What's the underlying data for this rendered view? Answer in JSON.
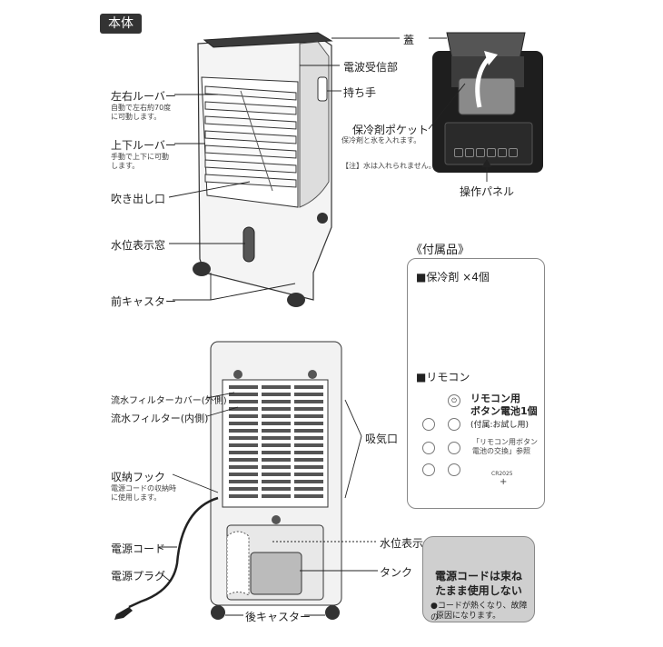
{
  "section_main": "本体",
  "front": {
    "left_louver": "左右ルーバー",
    "left_louver_note_1": "自動で左右約70度",
    "left_louver_note_2": "に可動します。",
    "updown_louver": "上下ルーバー",
    "updown_louver_note_1": "手動で上下に可動",
    "updown_louver_note_2": "します。",
    "outlet": "吹き出し口",
    "water_window": "水位表示窓",
    "front_caster": "前キャスター",
    "receiver": "電波受信部",
    "handle": "持ち手"
  },
  "lid_inset": {
    "lid": "蓋",
    "pocket": "保冷剤ポケット",
    "pocket_note": "保冷剤と氷を入れます。",
    "note": "【注】水は入れられません。",
    "control_panel": "操作パネル"
  },
  "accessories": {
    "title": "《付属品》",
    "ice_pack": "■保冷剤 ×4個",
    "remote": "■リモコン",
    "battery_1": "リモコン用",
    "battery_2": "ボタン電池1個",
    "battery_3": "(付属:お試し用)",
    "ref_1": "「リモコン用ボタン",
    "ref_2": "電池の交換」参照",
    "coin": "CR2025",
    "plus": "+"
  },
  "back": {
    "filter_cover": "流水フィルターカバー(外側)",
    "filter_inner": "流水フィルター(内側)",
    "intake": "吸気口",
    "hook": "収納フック",
    "hook_note_1": "電源コードの収納時",
    "hook_note_2": "に使用します。",
    "water_level": "水位表示",
    "cord": "電源コード",
    "tank": "タンク",
    "plug": "電源プラグ",
    "rear_caster": "後キャスター"
  },
  "warning": {
    "title_1": "電源コードは束ね",
    "title_2": "たまま使用しない",
    "body_1": "●コードが熱くなり、故障の",
    "body_2": "原因になります。"
  }
}
